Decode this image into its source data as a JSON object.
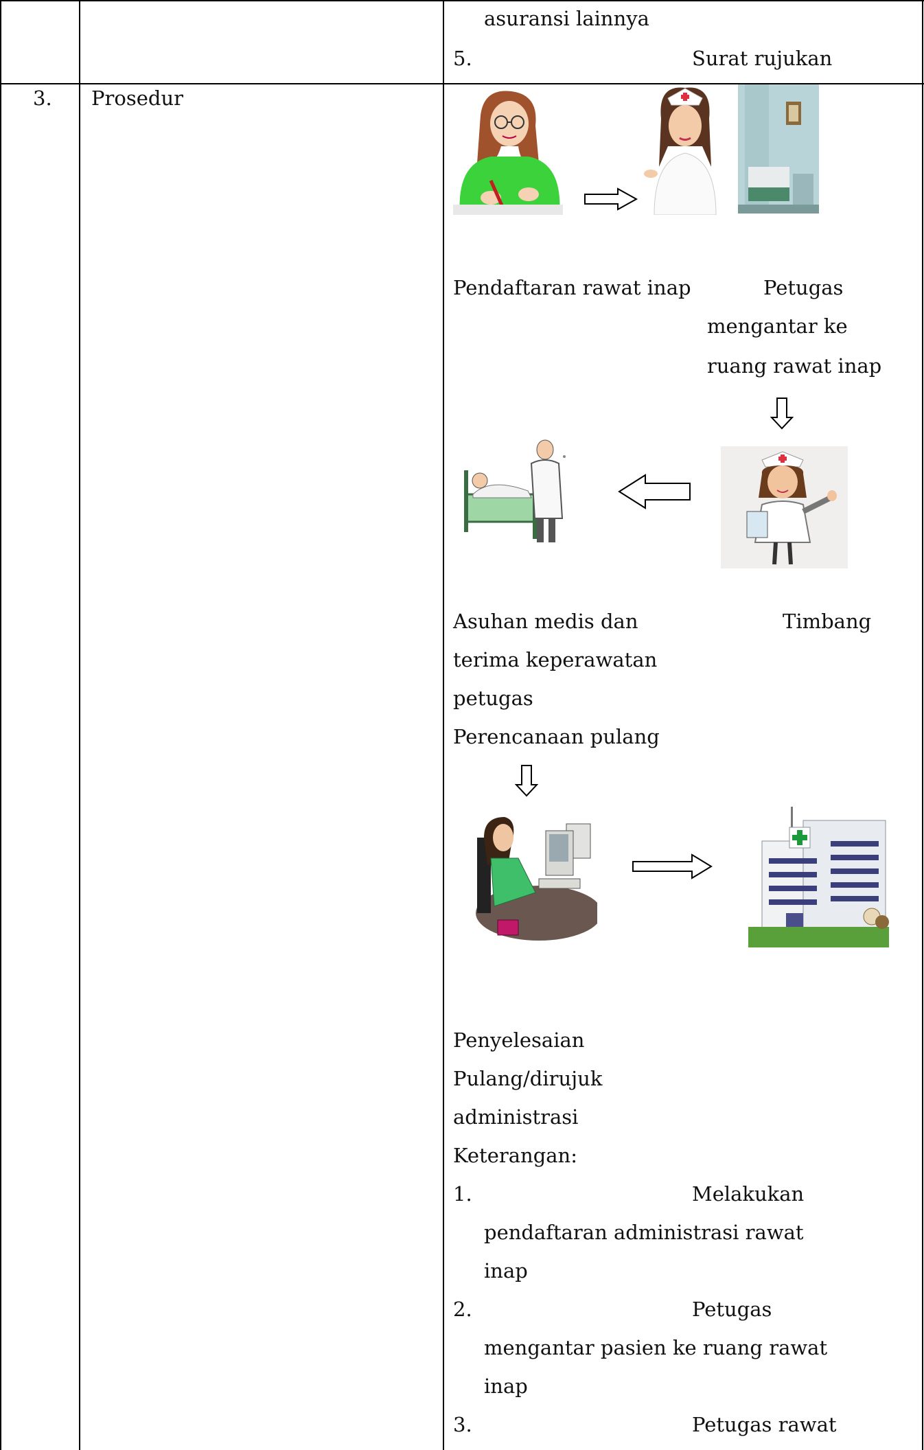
{
  "row_prev": {
    "continuation": "asuransi  lainnya",
    "item5_num": "5.",
    "item5_text": "Surat  rujukan"
  },
  "row3": {
    "number": "3.",
    "label": "Prosedur"
  },
  "flow": {
    "step1_caption": "Pendaftaran rawat inap",
    "step2_caption_l1": "Petugas",
    "step2_caption_l2": "mengantar  ke",
    "step2_caption_l3": "ruang rawat inap",
    "step3_caption_l1": "Asuhan medis dan",
    "step3_caption_l2": "terima keperawatan",
    "step3_caption_l3": "petugas",
    "step4_caption": "Timbang",
    "step5_caption": "Perencanaan pulang",
    "step6_caption_l1": "Penyelesaian",
    "step6_caption_l2": "Pulang/dirujuk",
    "step6_caption_l3": "administrasi"
  },
  "notes": {
    "heading": "Keterangan:",
    "items": [
      {
        "num": "1.",
        "first": "Melakukan",
        "l2": "pendaftaran administrasi rawat",
        "l3": "inap"
      },
      {
        "num": "2.",
        "first": "Petugas",
        "l2": "mengantar pasien ke ruang rawat",
        "l3": "inap"
      },
      {
        "num": "3.",
        "first": "Petugas  rawat"
      }
    ]
  }
}
